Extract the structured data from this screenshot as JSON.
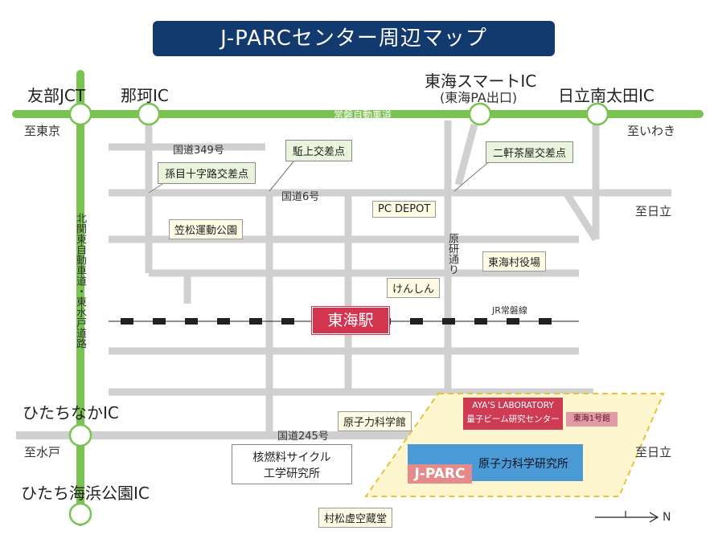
{
  "title": "J-PARCセンター周辺マップ",
  "interchanges": {
    "tomobe_jct": "友部JCT",
    "naka_ic": "那珂IC",
    "tokai_smart_ic": "東海スマートIC",
    "tokai_pa": "(東海PA出口)",
    "hitachi_minamiota_ic": "日立南太田IC",
    "hitachinaka_ic": "ひたちなかIC",
    "hitachi_kaihin_ic": "ひたち海浜公園IC"
  },
  "roads": {
    "joban_expressway": "常磐自動車道",
    "kitakanto_expressway": "北関東自動車道・東水戸道路",
    "route_349": "国道349号",
    "route_6": "国道6号",
    "route_245": "国道245号",
    "haraken_dori": "原研通り",
    "jr_joban_line": "JR常磐線"
  },
  "directions": {
    "to_tokyo": "至東京",
    "to_iwaki": "至いわき",
    "to_hitachi_1": "至日立",
    "to_mito": "至水戸",
    "to_hitachi_2": "至日立",
    "north": "N"
  },
  "callouts": {
    "magome": "孫目十字路交差点",
    "uenoue": "駈上交差点",
    "niken": "二軒茶屋交差点"
  },
  "places": {
    "station": "東海駅",
    "pc_depot": "PC DEPOT",
    "kasamatsu": "笠松運動公園",
    "village_office": "東海村役場",
    "kenshin": "けんしん",
    "genshiryoku_kagakukan": "原子力科学館",
    "nuclear_fuel_line1": "核燃料サイクル",
    "nuclear_fuel_line2": "工学研究所",
    "muramatsu": "村松虚空蔵堂",
    "aya_line1": "AYA'S LABORATORY",
    "aya_line2": "量子ビーム研究センター",
    "tokai1": "東海1号館",
    "jaea": "原子力科学研究所",
    "jparc": "J-PARC"
  },
  "colors": {
    "expressway": "#79c350",
    "road": "#d0d0d0",
    "title_bg": "#133a6e",
    "station": "#d3354f",
    "highlight_area": "#fdf6cf",
    "highlight_border": "#e9c23a"
  }
}
